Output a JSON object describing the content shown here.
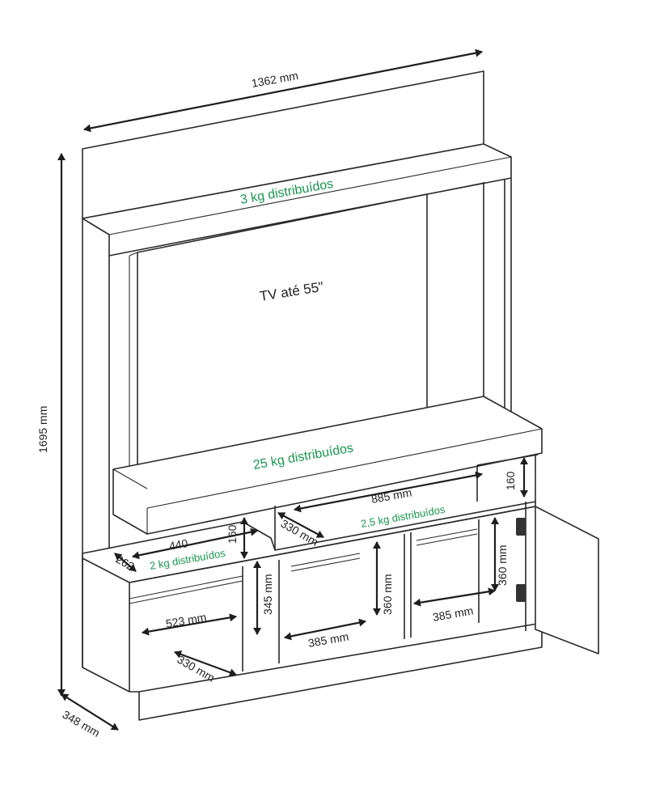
{
  "colors": {
    "line": "#2a2a2a",
    "label": "#222222",
    "load_label": "#1a9650"
  },
  "labels": {
    "width_total": "1362 mm",
    "height_total": "1695 mm",
    "depth_total": "348 mm",
    "load_top": "3 kg distribuídos",
    "tv": "TV até 55\"",
    "load_main": "25 kg distribuídos",
    "shelf_right_width": "885 mm",
    "shelf_right_load": "2,5 kg distribuídos",
    "shelf_right_depth": "330 mm",
    "shelf_right_height": "160",
    "shelf_left_width": "440",
    "shelf_left_height": "160",
    "shelf_left_depth": "262",
    "shelf_left_load": "2 kg distribuídos",
    "left_niche_width": "523 mm",
    "left_niche_height": "345 mm",
    "left_niche_depth": "330 mm",
    "center_niche_width": "385 mm",
    "center_niche_height": "360 mm",
    "right_niche_width": "385 mm",
    "door_height": "360 mm"
  }
}
